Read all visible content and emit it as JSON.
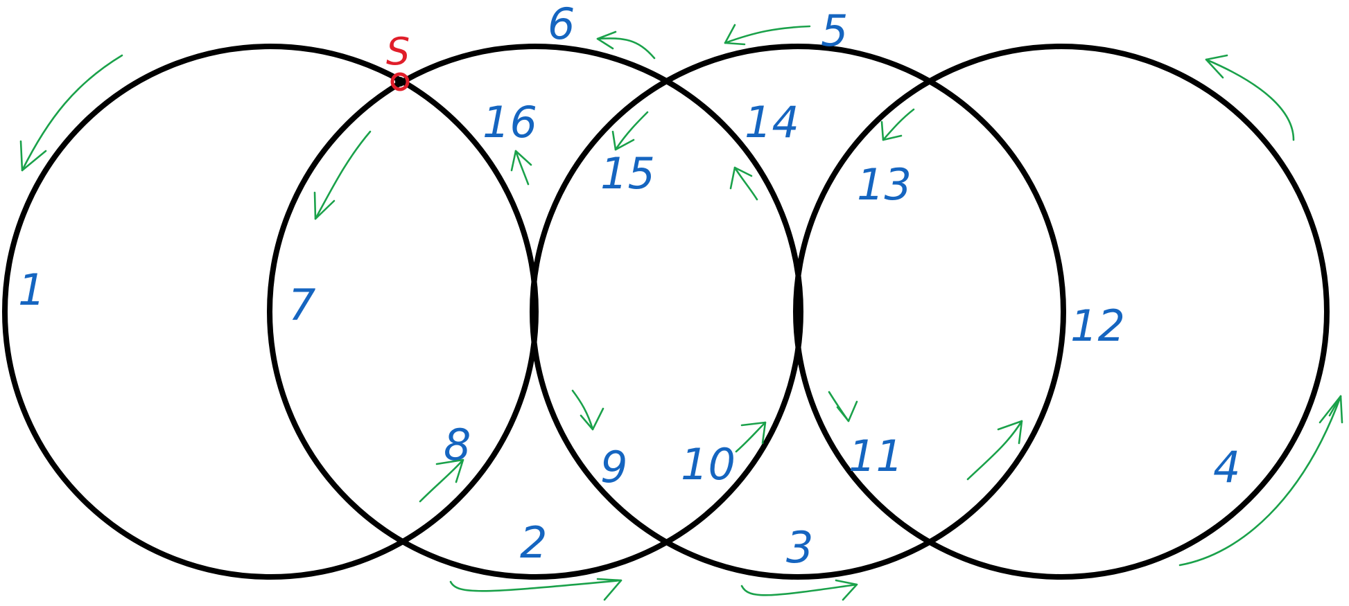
{
  "diagram": {
    "circles": [
      "circle-1",
      "circle-2",
      "circle-3",
      "circle-4"
    ],
    "start_label": "S",
    "labels": [
      "1",
      "2",
      "3",
      "4",
      "5",
      "6",
      "7",
      "8",
      "9",
      "10",
      "11",
      "12",
      "13",
      "14",
      "15",
      "16"
    ],
    "colors": {
      "circle_stroke": "#000000",
      "label": "#1565c0",
      "start": "#e01e2a",
      "arrow": "#1aa14a"
    }
  }
}
